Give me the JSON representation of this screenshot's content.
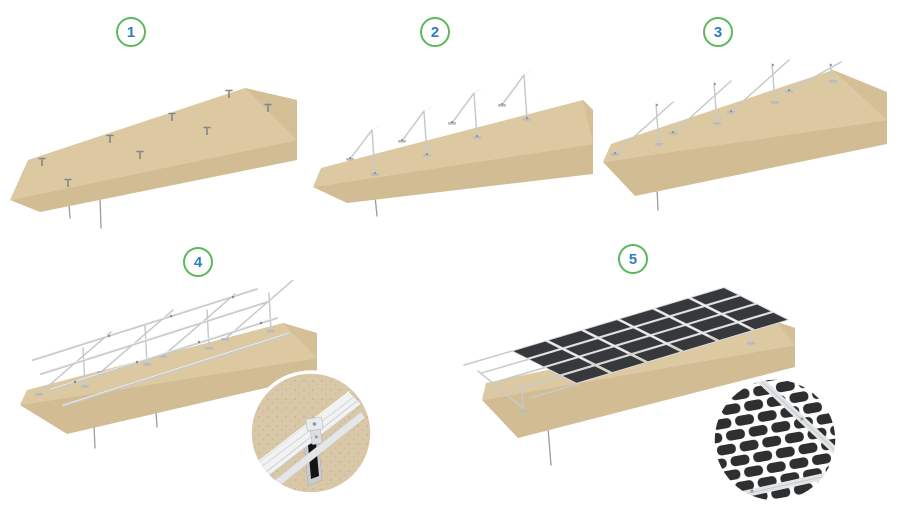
{
  "page": {
    "background": "#ffffff"
  },
  "steps": [
    {
      "number": "1",
      "illustration": "sloped-base-with-anchor-bolts"
    },
    {
      "number": "2",
      "illustration": "sloped-base-with-post-and-brace-kits"
    },
    {
      "number": "3",
      "illustration": "sloped-base-with-tilt-support-beams"
    },
    {
      "number": "4",
      "illustration": "sloped-base-with-mounting-rail-frame",
      "detail": "rail-clamp-closeup"
    },
    {
      "number": "5",
      "illustration": "sloped-base-with-solar-panels-installed",
      "detail": "solar-cell-closeup"
    }
  ],
  "colors": {
    "page-bg": "#ffffff",
    "badge-ring": "#5cb85c",
    "badge-number": "#2e7cc3",
    "wedge-top": "#dcc8a1",
    "wedge-front": "#d2bc93",
    "wedge-end": "#d5bf97",
    "metal": "#c7cacc",
    "metal-light": "#eef0f1",
    "metal-dark": "#85888b",
    "metal-plate": "#b9bcbd",
    "panel-dark": "#36383b",
    "panel-frame": "#d9dbdd",
    "cell-dark": "#2d2f30",
    "detail-tan": "#d8c8a7",
    "pin-gray": "#9b9b9b"
  }
}
